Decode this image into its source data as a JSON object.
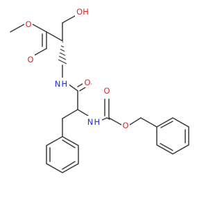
{
  "atoms": {
    "o_ester_single": "O",
    "o_ester_double": "O",
    "o_hydroxyl": "OH",
    "n_amide": "N H",
    "o_amide": "O",
    "n_carbamate": "N H",
    "o_carbamate_double": "O",
    "o_carbamate_single": "O"
  },
  "colors": {
    "bond": "#3a3a3a",
    "oxygen": "#e0242a",
    "nitrogen": "#2a2ad6",
    "stereo": "#3a3a3a"
  }
}
